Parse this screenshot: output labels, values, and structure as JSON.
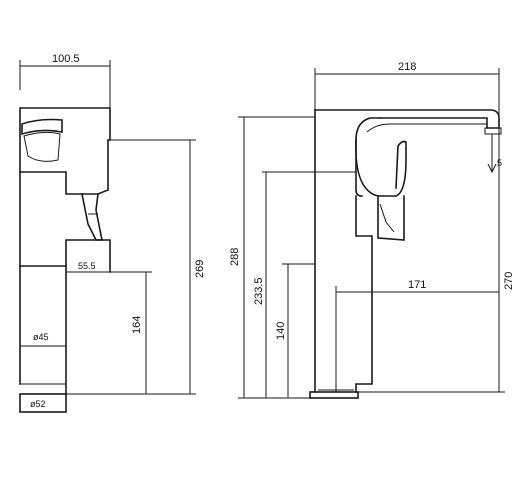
{
  "side_view": {
    "width_label": "100.5",
    "spout_reach_label": "55.5",
    "lever_label": "ø45",
    "base_label": "ø52",
    "total_height_label": "269",
    "body_height_label": "164"
  },
  "front_view": {
    "overall_length_label": "218",
    "total_height_label": "288",
    "outlet_height_label": "233.5",
    "body_height_label": "140",
    "handle_height_label": "270",
    "reach_label": "171",
    "aerator_label": "5"
  }
}
